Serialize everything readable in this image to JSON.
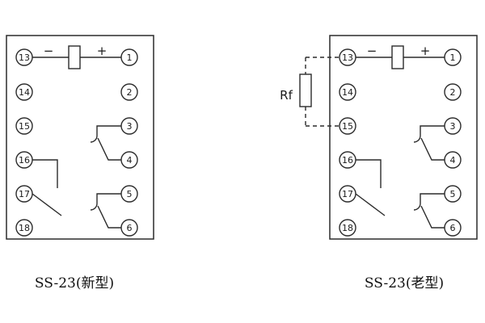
{
  "diagrams": [
    {
      "caption": "SS-23(新型)",
      "polarity": {
        "minus": "−",
        "plus": "+"
      },
      "left_terminals": [
        "13",
        "14",
        "15",
        "16",
        "17",
        "18"
      ],
      "right_terminals": [
        "1",
        "2",
        "3",
        "4",
        "5",
        "6"
      ]
    },
    {
      "caption": "SS-23(老型)",
      "polarity": {
        "minus": "−",
        "plus": "+"
      },
      "rf_label": "Rf",
      "left_terminals": [
        "13",
        "14",
        "15",
        "16",
        "17",
        "18"
      ],
      "right_terminals": [
        "1",
        "2",
        "3",
        "4",
        "5",
        "6"
      ]
    }
  ],
  "colors": {
    "line": "#2b2b2b",
    "background": "#ffffff"
  }
}
